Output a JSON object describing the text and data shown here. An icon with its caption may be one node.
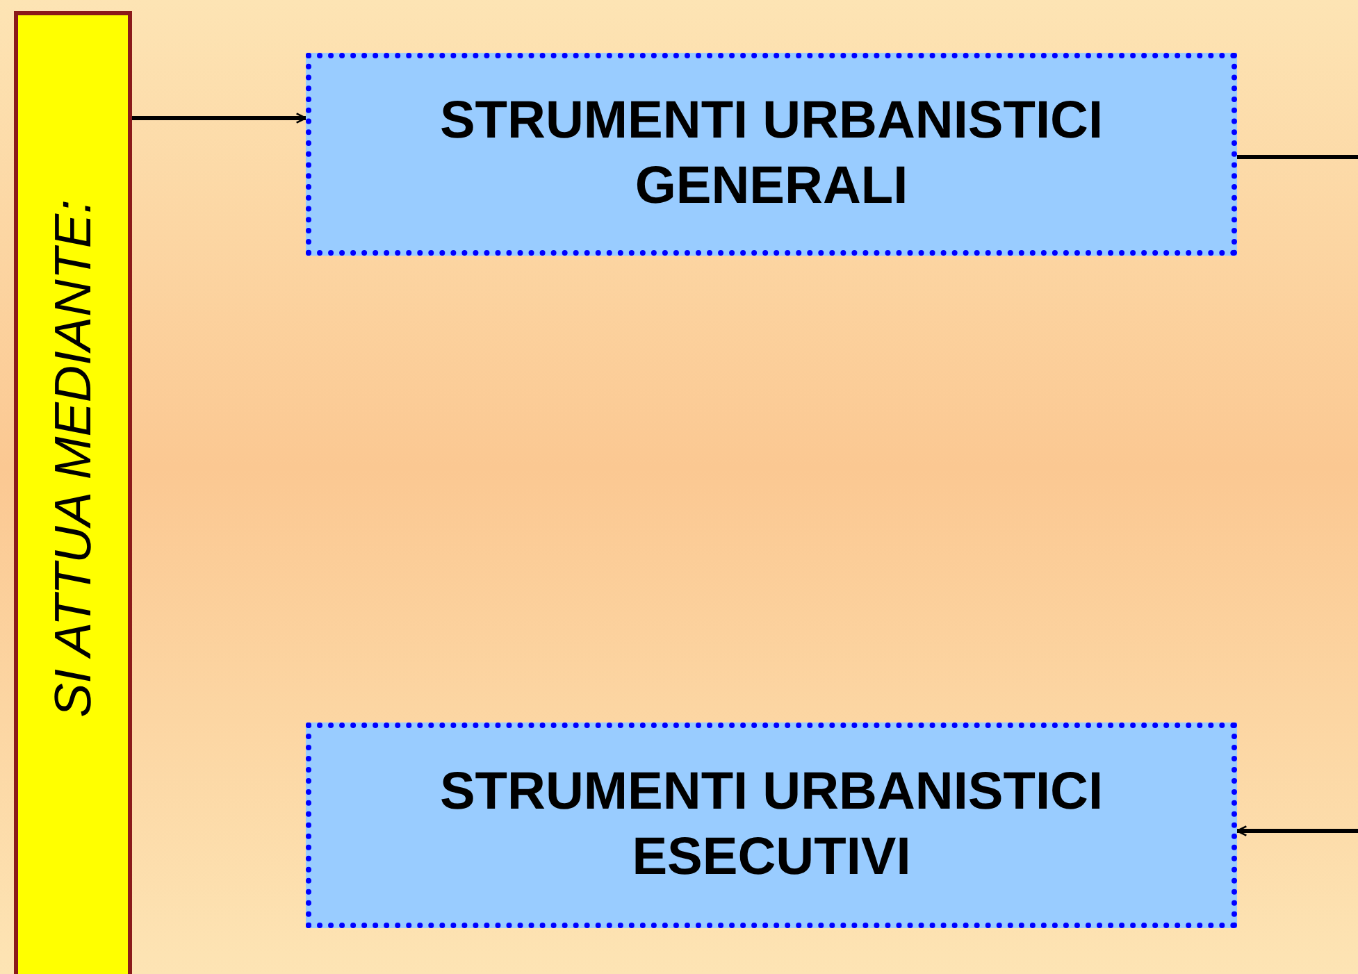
{
  "diagram": {
    "nodes": [
      {
        "text": [
          "SI ATTUA MEDIANTE:"
        ]
      },
      {
        "text": [
          "STRUMENTI URBANISTICI GENERALI"
        ]
      },
      {
        "text": [
          "STRUMENTI URBANISTICI ESECUTIVI"
        ]
      }
    ],
    "edges": [
      {
        "from": 0,
        "to": 1,
        "arrow": "to"
      },
      {
        "from": 1,
        "to": null,
        "arrow": "none"
      },
      {
        "from": null,
        "to": 2,
        "arrow": "to"
      }
    ]
  }
}
